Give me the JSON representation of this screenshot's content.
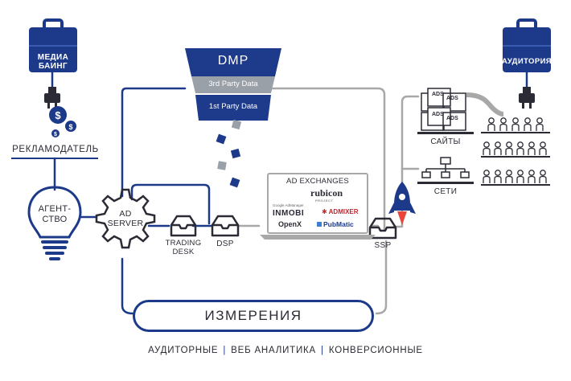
{
  "nodes": {
    "media_buying": {
      "line1": "МЕДИА",
      "line2": "БАИНГ"
    },
    "audience": {
      "label": "АУДИТОРИЯ"
    },
    "advertiser": {
      "label": "РЕКЛАМОДАТЕЛЬ"
    },
    "agency": {
      "line1": "АГЕНТ-",
      "line2": "СТВО"
    },
    "ad_server": {
      "line1": "AD",
      "line2": "SERVER"
    },
    "trading_desk": {
      "line1": "TRADING",
      "line2": "DESK"
    },
    "dsp": {
      "label": "DSP"
    },
    "ssp": {
      "label": "SSP"
    },
    "sites": {
      "label": "САЙТЫ"
    },
    "networks": {
      "label": "СЕТИ"
    },
    "ad_exchanges": {
      "label": "AD EXCHANGES"
    }
  },
  "dmp": {
    "title": "DMP",
    "third_party": "3rd  Party  Data",
    "first_party": "1st Party Data"
  },
  "ads_badge": "ADS",
  "exchanges": {
    "rubicon": "rubicon",
    "rubicon_sub": "PROJECT",
    "google_tag": "Google AdManager",
    "inmobi": "INMOBI",
    "admixer": "ADMIXER",
    "openx": "OpenX",
    "pubmatic": "PubMatic"
  },
  "measurement": {
    "label": "ИЗМЕРЕНИЯ"
  },
  "footer": {
    "item1": "АУДИТОРНЫЕ",
    "item2": "ВЕБ АНАЛИТИКА",
    "item3": "КОНВЕРСИОННЫЕ",
    "separator": "|"
  },
  "colors": {
    "primary": "#1d3a8a",
    "gray": "#a8a8a8",
    "dark_text": "#2b2b35",
    "dmp_dark": "#1e3a8a",
    "dmp_gray": "#9aa0a8"
  },
  "icons": [
    "briefcase-icon",
    "coin-icon",
    "lightbulb-icon",
    "gear-icon",
    "tray-icon",
    "rocket-icon",
    "person-icon",
    "network-icon",
    "laptop-icon"
  ]
}
